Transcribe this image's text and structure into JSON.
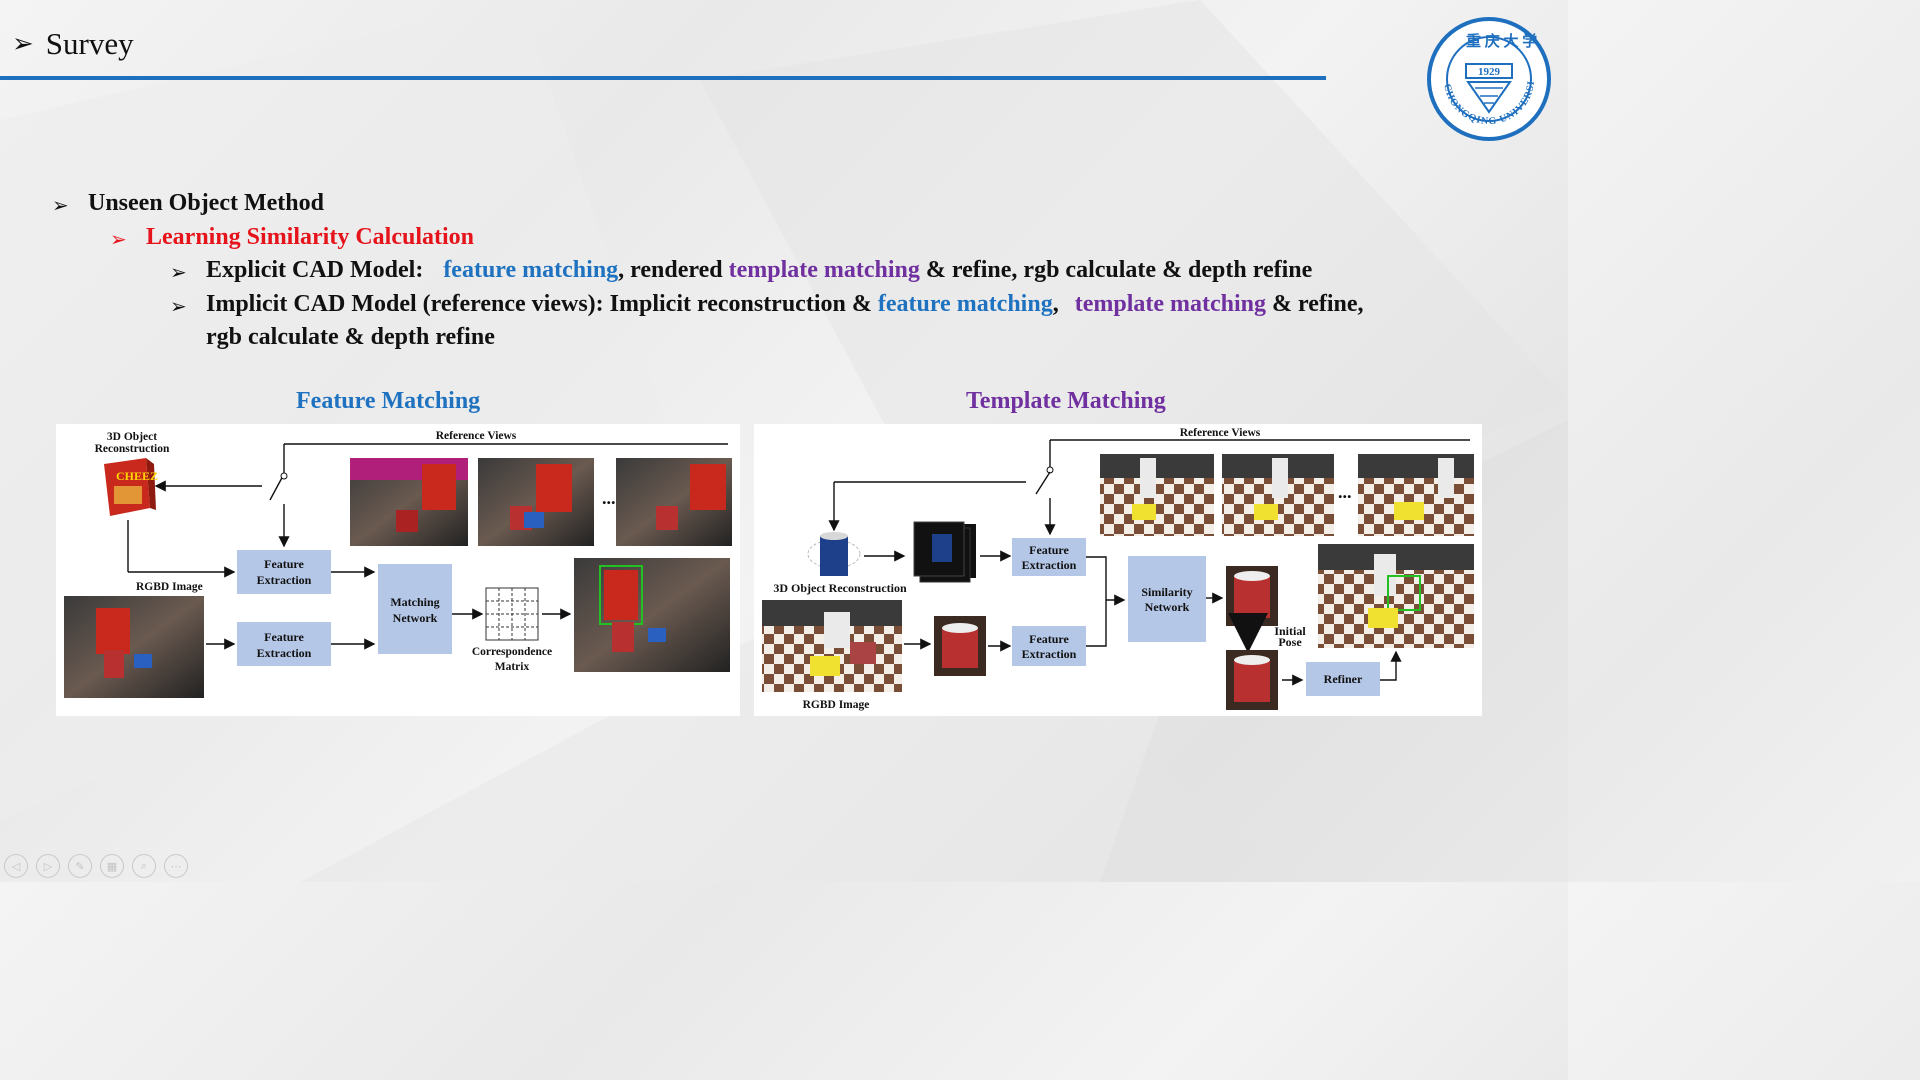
{
  "slide": {
    "title": "Survey",
    "logo": {
      "name": "chongqing-university-seal",
      "year": "1929",
      "text": "CHONGQING UNIVERSITY",
      "color": "#1f6fbf"
    },
    "bullets": {
      "l1": "Unseen Object Method",
      "l2": "Learning Similarity Calculation",
      "explicit": {
        "lead": "Explicit CAD Model: ",
        "p1": "feature matching",
        "p2": ", rendered ",
        "p3": "template matching",
        "p4": " & refine, rgb calculate & depth refine"
      },
      "implicit": {
        "lead": "Implicit CAD Model (reference views): Implicit reconstruction & ",
        "p1": "feature matching",
        "p2": ", ",
        "p3": "template matching",
        "p4": " & refine,",
        "cont": "rgb calculate & depth refine"
      }
    }
  },
  "figures": {
    "feature": {
      "title": "Feature Matching",
      "reference_views": "Reference Views",
      "recon_l1": "3D Object",
      "recon_l2": "Reconstruction",
      "rgbd": "RGBD Image",
      "fe_l1": "Feature",
      "fe_l2": "Extraction",
      "mn_l1": "Matching",
      "mn_l2": "Network",
      "cm_l1": "Correspondence",
      "cm_l2": "Matrix",
      "dots": "..."
    },
    "template": {
      "title": "Template Matching",
      "reference_views": "Reference Views",
      "recon": "3D Object Reconstruction",
      "rgbd": "RGBD Image",
      "fe_l1": "Feature",
      "fe_l2": "Extraction",
      "sn_l1": "Similarity",
      "sn_l2": "Network",
      "ip_l1": "Initial",
      "ip_l2": "Pose",
      "refiner": "Refiner",
      "dots": "..."
    }
  },
  "colors": {
    "accent_blue": "#1f72c0",
    "accent_purple": "#7030a0",
    "accent_red": "#e6131b",
    "box_fill": "#b4c7e7",
    "rule": "#1f6fbf"
  },
  "controls": [
    "prev-icon",
    "next-icon",
    "pen-icon",
    "grid-icon",
    "zoom-icon",
    "more-icon"
  ]
}
